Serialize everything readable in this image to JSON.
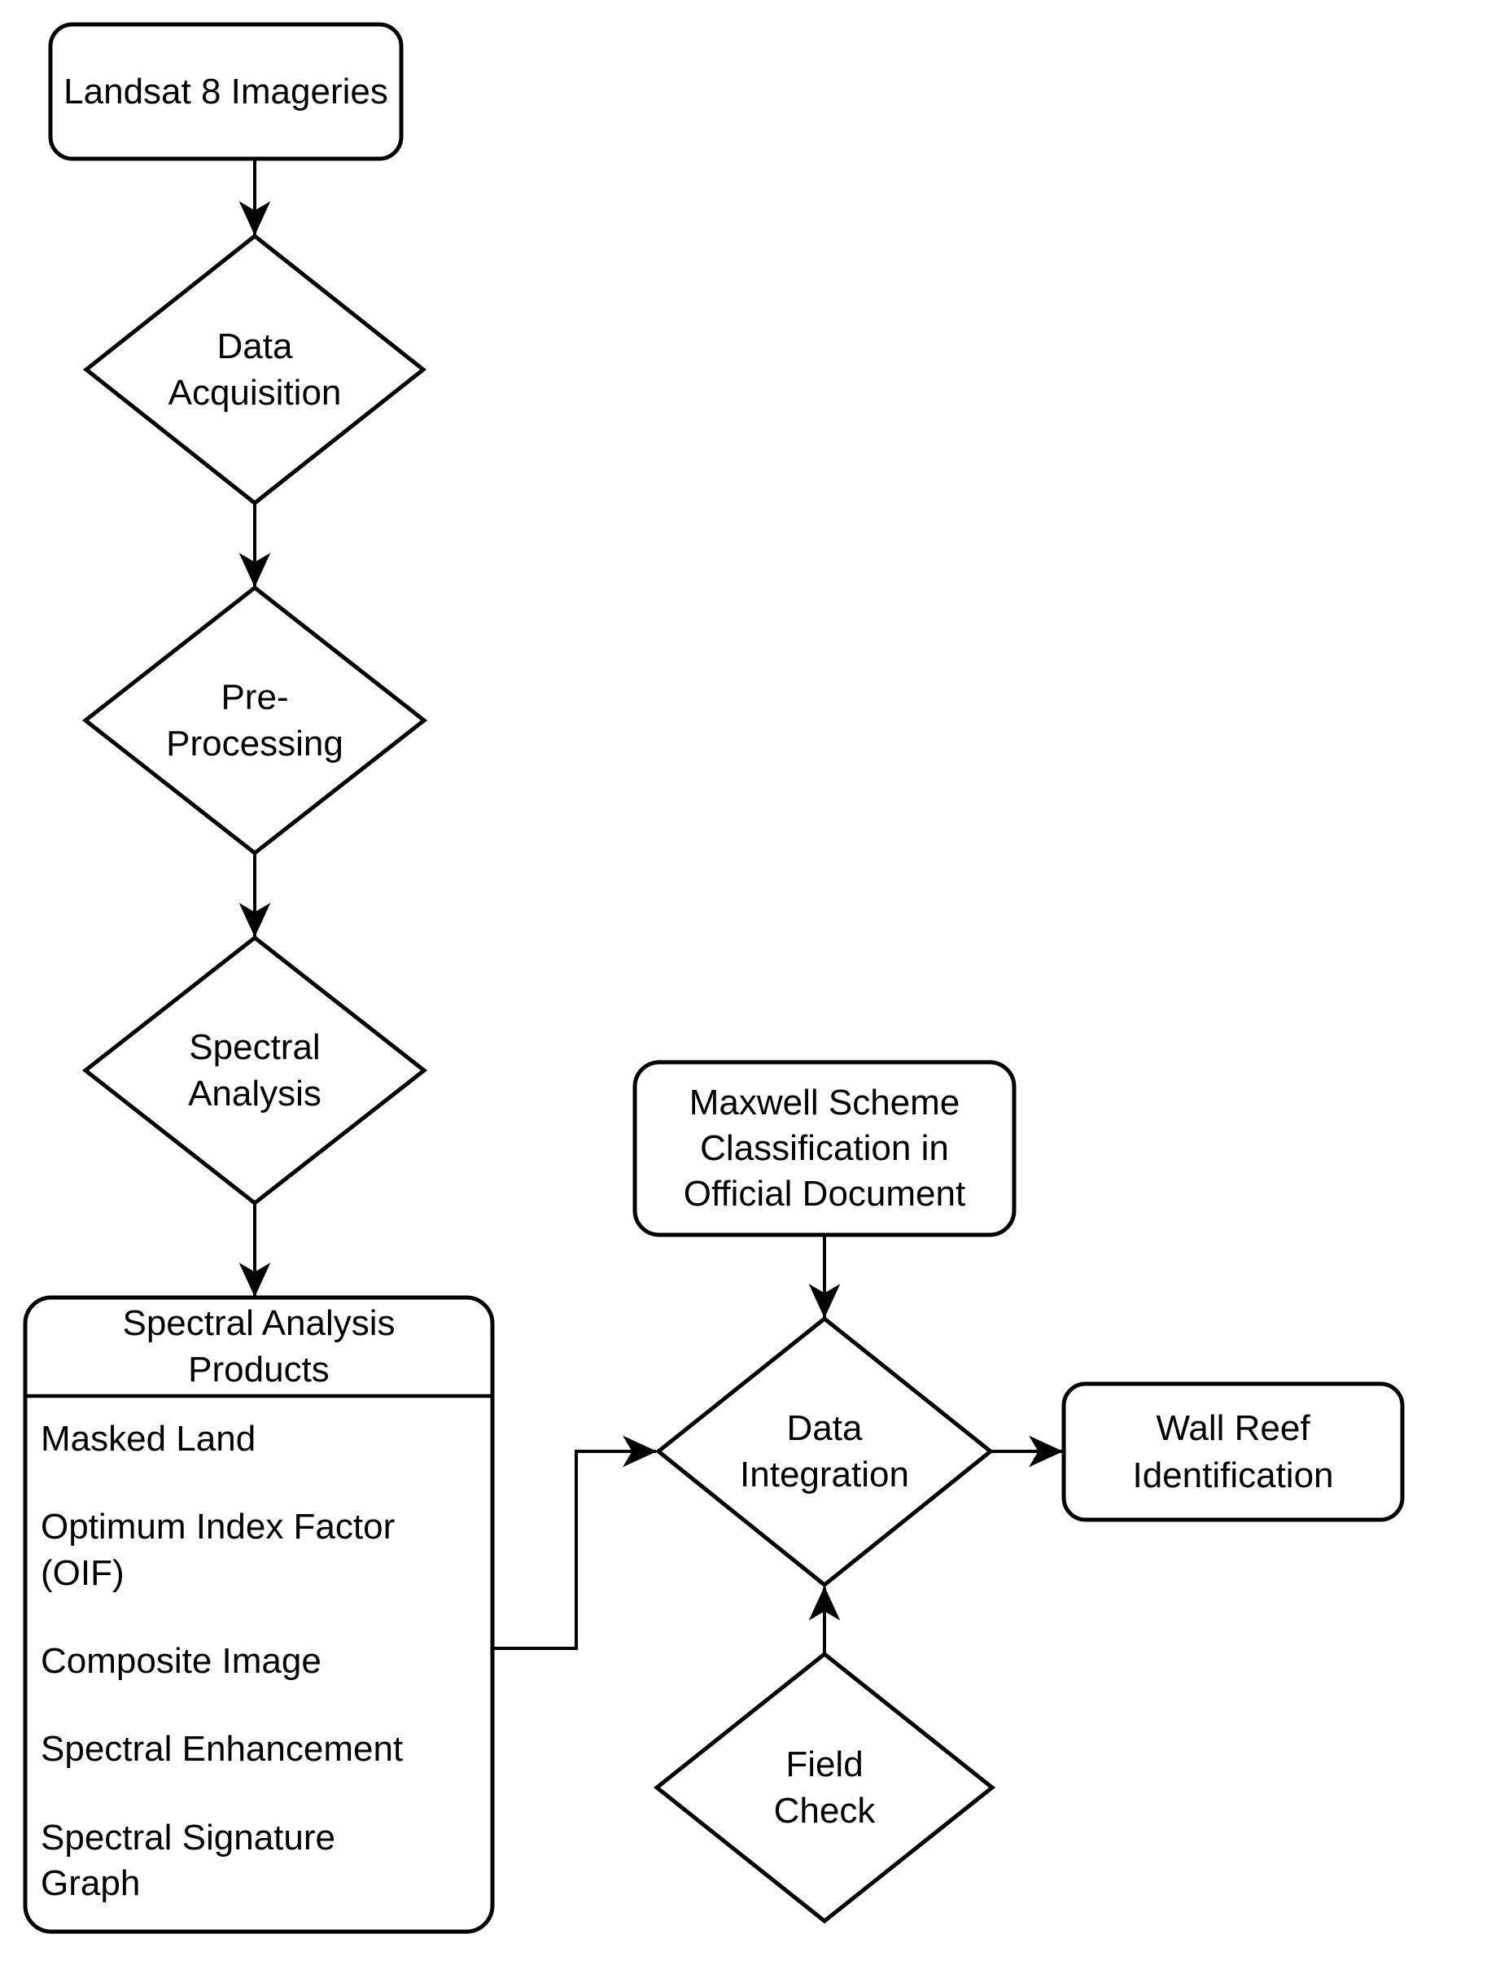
{
  "figure": {
    "type": "flowchart",
    "background_color": "#ffffff",
    "line_color": "#000000",
    "nodes": {
      "landsat": {
        "shape": "rounded-rectangle",
        "label": "Landsat 8 Imageries"
      },
      "data_acquisition": {
        "shape": "diamond",
        "lines": [
          "Data",
          "Acquisition"
        ]
      },
      "pre_processing": {
        "shape": "diamond",
        "lines": [
          "Pre-",
          "Processing"
        ]
      },
      "spectral_analysis": {
        "shape": "diamond",
        "lines": [
          "Spectral",
          "Analysis"
        ]
      },
      "spectral_products": {
        "shape": "rounded-rectangle-with-header",
        "title_lines": [
          "Spectral Analysis",
          "Products"
        ],
        "items": [
          "Masked Land",
          "Optimum Index Factor (OIF)",
          "Composite Image",
          "Spectral Enhancement",
          "Spectral Signature Graph"
        ]
      },
      "maxwell": {
        "shape": "rounded-rectangle",
        "lines": [
          "Maxwell Scheme",
          "Classification in",
          "Official Document"
        ]
      },
      "data_integration": {
        "shape": "diamond",
        "lines": [
          "Data",
          "Integration"
        ]
      },
      "wall_reef": {
        "shape": "rounded-rectangle",
        "lines": [
          "Wall Reef",
          "Identification"
        ]
      },
      "field_check": {
        "shape": "diamond",
        "lines": [
          "Field",
          "Check"
        ]
      }
    },
    "edges": [
      "landsat -> data_acquisition",
      "data_acquisition -> pre_processing",
      "pre_processing -> spectral_analysis",
      "spectral_analysis -> spectral_products",
      "spectral_products -> data_integration",
      "maxwell -> data_integration",
      "field_check -> data_integration",
      "data_integration -> wall_reef"
    ]
  }
}
